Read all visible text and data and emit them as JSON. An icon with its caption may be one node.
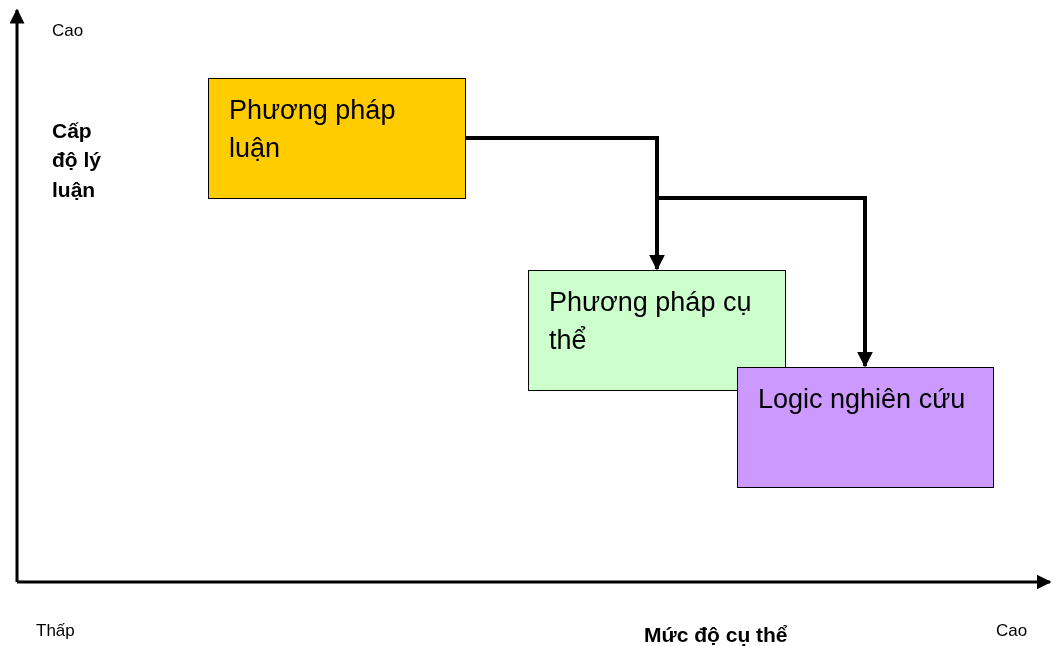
{
  "diagram": {
    "nodes": [
      {
        "text": [
          "Phương pháp luận"
        ]
      },
      {
        "text": [
          "Phương pháp cụ thể"
        ]
      },
      {
        "text": [
          "Logic nghiên cứu"
        ]
      }
    ],
    "edges": [
      {
        "from": 0,
        "to": 1,
        "arrow": "to"
      },
      {
        "from": 0,
        "to": 2,
        "arrow": "to"
      }
    ],
    "labels": [
      "Cao",
      "Cấp độ lý luận",
      "Thấp",
      "Mức độ cụ thể",
      "Cao"
    ]
  }
}
